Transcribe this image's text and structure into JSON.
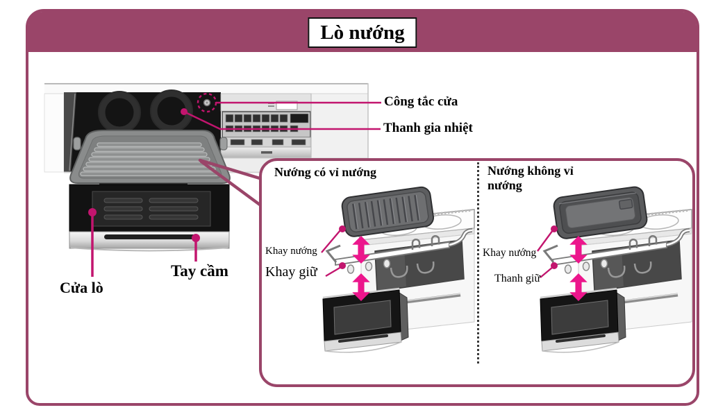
{
  "header": {
    "title": "Lò nướng"
  },
  "colors": {
    "maroon": "#9a4569",
    "magenta": "#c2156e",
    "pink": "#ec168c",
    "ink": "#000000"
  },
  "main_diagram": {
    "labels": {
      "door_switch": "Công tắc cửa",
      "heating_bar": "Thanh gia nhiệt",
      "oven_door": "Cửa lò",
      "handle": "Tay cầm"
    }
  },
  "panel": {
    "with_rack": {
      "title": "Nướng có vỉ nướng",
      "labels": {
        "tray": "Khay nướng",
        "holder": "Khay giữ"
      }
    },
    "without_rack": {
      "title": "Nướng không vỉ nướng",
      "labels": {
        "tray": "Khay nướng",
        "holder": "Thanh giữ"
      }
    }
  }
}
